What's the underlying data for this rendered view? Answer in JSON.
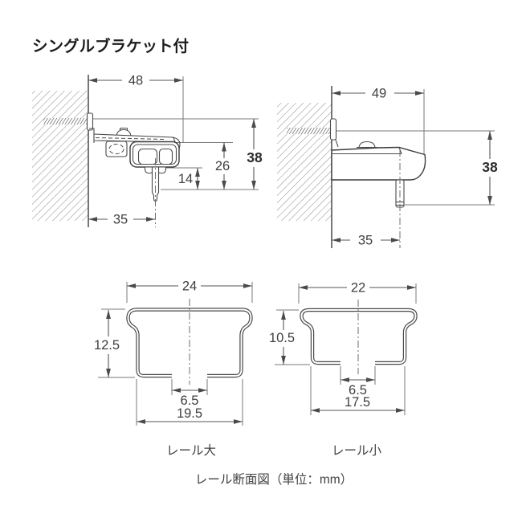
{
  "title": "シングルブラケット付",
  "caption": "レール断面図（単位：mm）",
  "side_views": {
    "left": {
      "top_width": "48",
      "total_height": "38",
      "mid_height": "26",
      "hook_height": "14",
      "wall_depth": "35"
    },
    "right": {
      "top_width": "49",
      "total_height": "38",
      "wall_depth": "35"
    }
  },
  "cross_sections": {
    "large": {
      "label": "レール大",
      "top_width": "24",
      "height": "12.5",
      "slot_width": "6.5",
      "bottom_width": "19.5"
    },
    "small": {
      "label": "レール小",
      "top_width": "22",
      "height": "10.5",
      "slot_width": "6.5",
      "bottom_width": "17.5"
    }
  },
  "colors": {
    "line": "#3d3d3d",
    "dimension": "#666666",
    "text": "#3f3f3f",
    "background": "#ffffff"
  }
}
